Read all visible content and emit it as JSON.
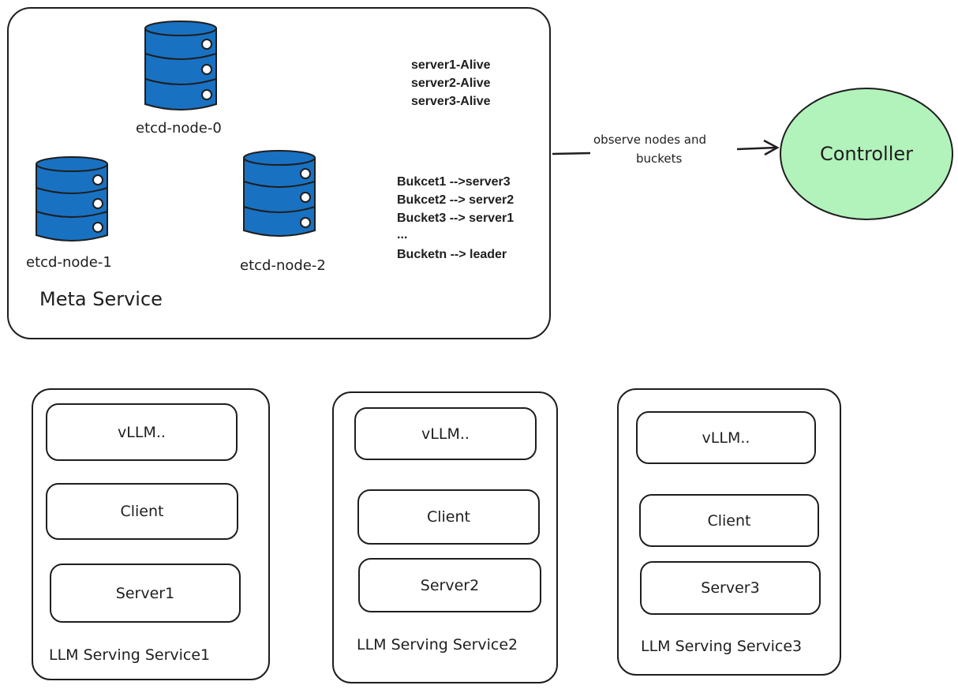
{
  "meta_service": {
    "title": "Meta Service",
    "nodes": [
      "etcd-node-0",
      "etcd-node-1",
      "etcd-node-2"
    ],
    "server_status": [
      "server1-Alive",
      "server2-Alive",
      "server3-Alive"
    ],
    "bucket_map": [
      "Bukcet1 -->server3",
      "Bukcet2 --> server2",
      "Bucket3 --> server1",
      "...",
      "Bucketn --> leader"
    ]
  },
  "edge": {
    "label_line1": "observe nodes and",
    "label_line2": "buckets"
  },
  "controller": {
    "label": "Controller",
    "fill": "#b2f2bb"
  },
  "db_color": "#1971c2",
  "services": [
    {
      "title": "LLM Serving Service1",
      "vllm": "vLLM..",
      "client": "Client",
      "server": "Server1"
    },
    {
      "title": "LLM Serving Service2",
      "vllm": "vLLM..",
      "client": "Client",
      "server": "Server2"
    },
    {
      "title": "LLM Serving Service3",
      "vllm": "vLLM..",
      "client": "Client",
      "server": "Server3"
    }
  ]
}
